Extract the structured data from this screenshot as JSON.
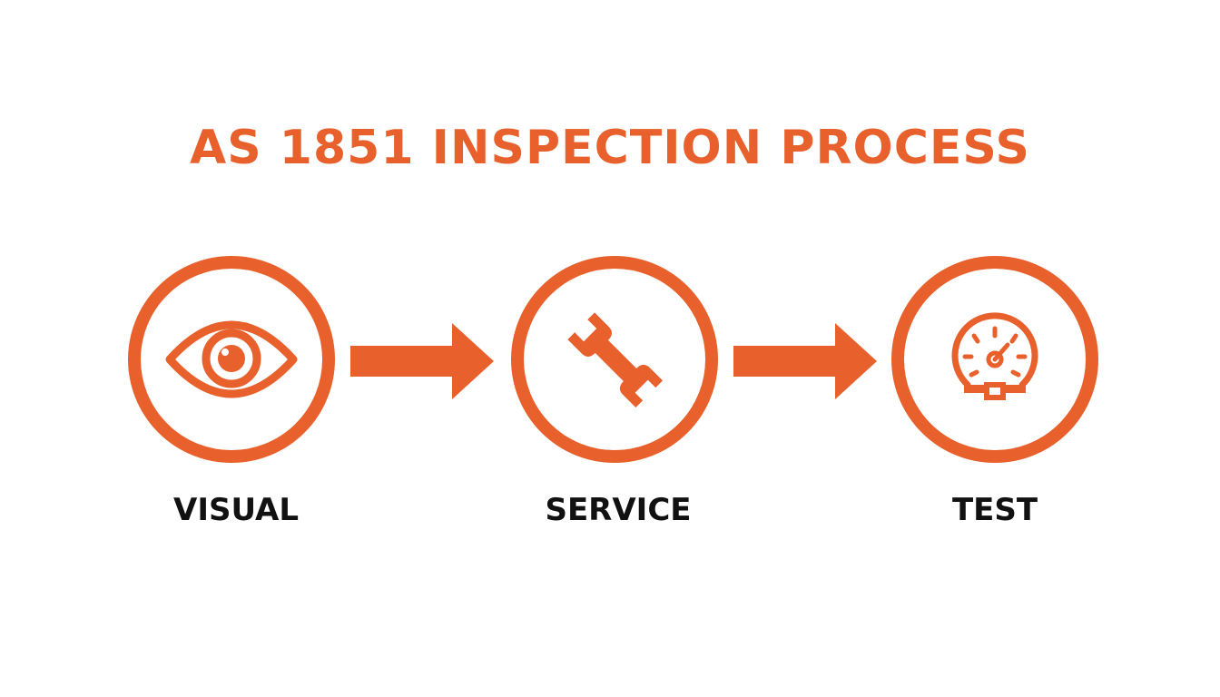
{
  "title": "AS 1851 INSPECTION PROCESS",
  "colors": {
    "accent": "#e8612c",
    "label": "#111111",
    "background": "#ffffff"
  },
  "steps": [
    {
      "label": "VISUAL",
      "icon": "eye-icon"
    },
    {
      "label": "SERVICE",
      "icon": "wrench-icon"
    },
    {
      "label": "TEST",
      "icon": "gauge-icon"
    }
  ],
  "connectors": [
    "arrow-right-icon",
    "arrow-right-icon"
  ]
}
